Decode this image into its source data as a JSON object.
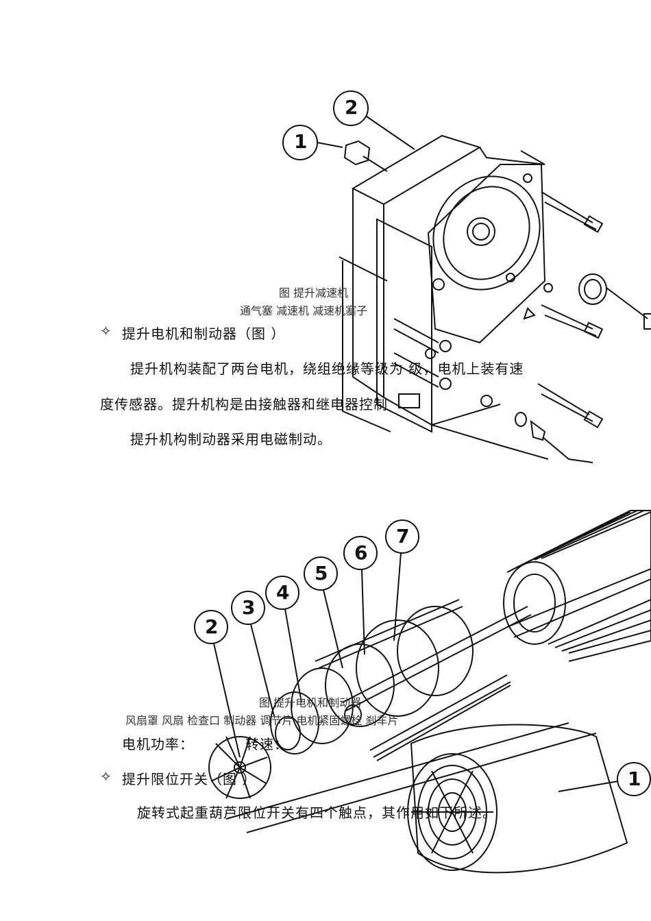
{
  "figure1": {
    "callouts": [
      "1",
      "2"
    ],
    "caption": "图    提升减速机",
    "parts_line": "通气塞      减速机      减速机塞子"
  },
  "section1": {
    "bullet": "✧",
    "heading": "提升电机和制动器（图    ）",
    "para1_line1": "提升机构装配了两台电机，绕组绝缘等级为    级，电机上装有速",
    "para1_line2": "度传感器。提升机构是由接触器和继电器控制",
    "para2": "提升机构制动器采用电磁制动。"
  },
  "figure2": {
    "callouts": [
      "1",
      "2",
      "3",
      "4",
      "5",
      "6",
      "7"
    ],
    "caption": "图    提升电机和制动器",
    "parts_line": "风扇罩      风扇      检查口      制动器      调节片      电机紧固螺栓      刹车片"
  },
  "motor_line": {
    "label": "电机功率：",
    "speed": "转速："
  },
  "section2": {
    "bullet": "✧",
    "heading": "提升限位开关（图    ）",
    "para": "旋转式起重葫芦限位开关有四个触点，其作用如下所述。"
  }
}
